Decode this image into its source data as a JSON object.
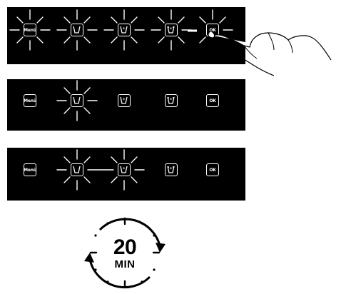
{
  "buttons": {
    "menu_label": "Menù",
    "ok_label": "OK"
  },
  "timer": {
    "value": "20",
    "unit": "MIN"
  },
  "colors": {
    "panel_background": "#000000",
    "foreground": "#ffffff",
    "page_background": "#ffffff"
  },
  "icons": [
    "cup-icon",
    "cup-star-icon",
    "cup-star-drops-icon",
    "hand-pointer-icon",
    "clock-icon"
  ],
  "panels": [
    {
      "name": "step-1",
      "highlighted": [
        "menu",
        "cup",
        "cup-star",
        "cup-star-drops",
        "ok"
      ],
      "pressed": "ok"
    },
    {
      "name": "step-2",
      "highlighted": [
        "cup"
      ]
    },
    {
      "name": "step-3",
      "highlighted": [
        "cup",
        "cup-star"
      ]
    }
  ]
}
